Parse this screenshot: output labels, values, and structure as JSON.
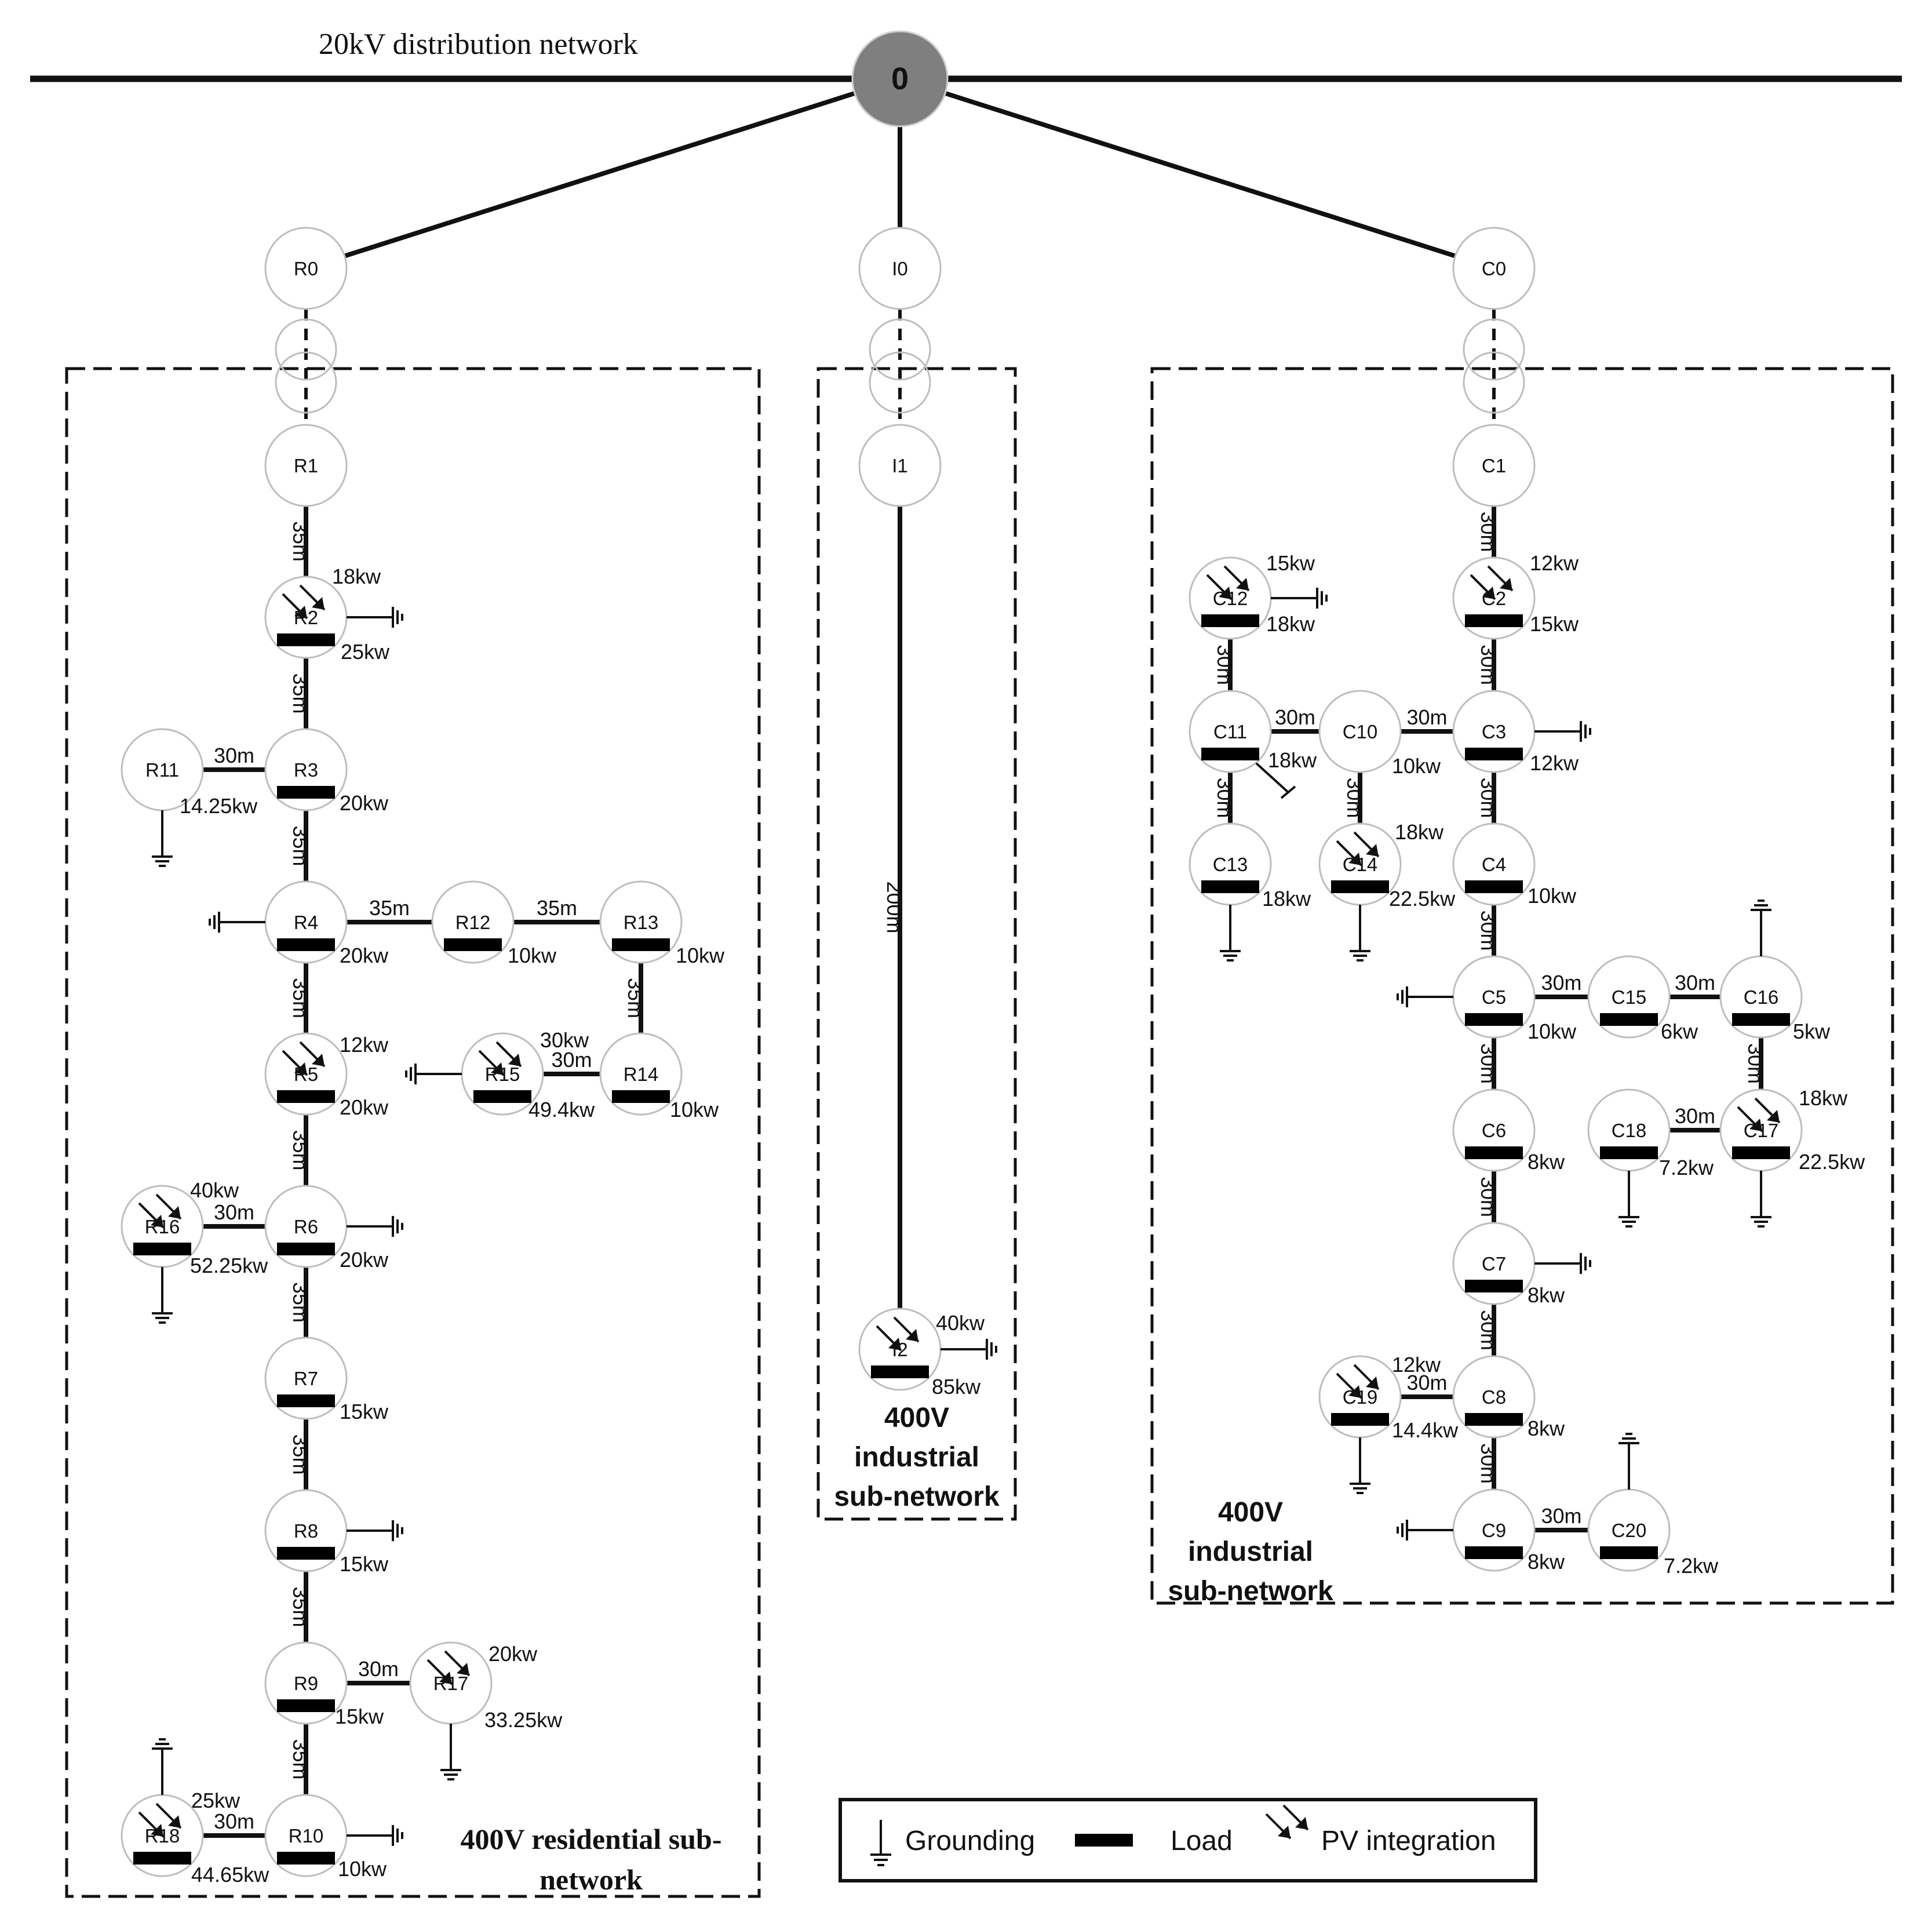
{
  "network_title": "20kV distribution network",
  "root_label": "0",
  "regions": {
    "residential": [
      "400V residential sub-",
      "network"
    ],
    "industrial": [
      "400V",
      "industrial",
      "sub-network"
    ],
    "commercial": [
      "400V",
      "industrial",
      "sub-network"
    ]
  },
  "legend": {
    "grounding": "Grounding",
    "load": "Load",
    "pv": "PV integration"
  },
  "nodes": [
    {
      "id": "R0",
      "load": false,
      "pv": false
    },
    {
      "id": "R1",
      "load": false,
      "pv": false
    },
    {
      "id": "R2",
      "load": true,
      "pv": true,
      "ground": "right",
      "texts": [
        "18kw",
        "25kw"
      ]
    },
    {
      "id": "R3",
      "load": true,
      "pv": false,
      "texts": [
        "20kw"
      ]
    },
    {
      "id": "R4",
      "load": true,
      "pv": false,
      "ground": "left",
      "texts": [
        "20kw"
      ]
    },
    {
      "id": "R5",
      "load": true,
      "pv": true,
      "texts": [
        "12kw",
        "20kw"
      ]
    },
    {
      "id": "R6",
      "load": true,
      "pv": false,
      "ground": "right",
      "texts": [
        "20kw"
      ]
    },
    {
      "id": "R7",
      "load": true,
      "pv": false,
      "texts": [
        "15kw"
      ]
    },
    {
      "id": "R8",
      "load": true,
      "pv": false,
      "ground": "right",
      "texts": [
        "15kw"
      ]
    },
    {
      "id": "R9",
      "load": true,
      "pv": false,
      "texts": [
        "15kw"
      ]
    },
    {
      "id": "R10",
      "load": true,
      "pv": false,
      "ground": "right",
      "texts": [
        "10kw"
      ]
    },
    {
      "id": "R11",
      "load": false,
      "pv": false,
      "ground": "down",
      "texts": [
        "14.25kw"
      ]
    },
    {
      "id": "R12",
      "load": true,
      "pv": false,
      "texts": [
        "10kw"
      ]
    },
    {
      "id": "R13",
      "load": true,
      "pv": false,
      "texts": [
        "10kw"
      ]
    },
    {
      "id": "R14",
      "load": true,
      "pv": false,
      "texts": [
        "10kw"
      ]
    },
    {
      "id": "R15",
      "load": true,
      "pv": true,
      "ground": "left",
      "texts": [
        "30kw",
        "49.4kw"
      ]
    },
    {
      "id": "R16",
      "load": true,
      "pv": true,
      "ground": "down",
      "texts": [
        "40kw",
        "52.25kw"
      ]
    },
    {
      "id": "R17",
      "load": false,
      "pv": true,
      "ground": "down",
      "texts": [
        "20kw",
        "33.25kw"
      ]
    },
    {
      "id": "R18",
      "load": true,
      "pv": true,
      "ground": "up",
      "texts": [
        "25kw",
        "44.65kw"
      ]
    },
    {
      "id": "I0",
      "load": false,
      "pv": false
    },
    {
      "id": "I1",
      "load": false,
      "pv": false
    },
    {
      "id": "I2",
      "load": true,
      "pv": true,
      "ground": "right",
      "texts": [
        "40kw",
        "85kw"
      ]
    },
    {
      "id": "C0",
      "load": false,
      "pv": false
    },
    {
      "id": "C1",
      "load": false,
      "pv": false
    },
    {
      "id": "C2",
      "load": true,
      "pv": true,
      "texts": [
        "12kw",
        "15kw"
      ]
    },
    {
      "id": "C3",
      "load": true,
      "pv": false,
      "ground": "right",
      "texts": [
        "12kw"
      ]
    },
    {
      "id": "C4",
      "load": true,
      "pv": false,
      "texts": [
        "10kw"
      ]
    },
    {
      "id": "C5",
      "load": true,
      "pv": false,
      "ground": "left",
      "texts": [
        "10kw"
      ]
    },
    {
      "id": "C6",
      "load": true,
      "pv": false,
      "texts": [
        "8kw"
      ]
    },
    {
      "id": "C7",
      "load": true,
      "pv": false,
      "ground": "right",
      "texts": [
        "8kw"
      ]
    },
    {
      "id": "C8",
      "load": true,
      "pv": false,
      "texts": [
        "8kw"
      ]
    },
    {
      "id": "C9",
      "load": true,
      "pv": false,
      "ground": "left",
      "texts": [
        "8kw"
      ]
    },
    {
      "id": "C10",
      "load": false,
      "pv": false,
      "texts": [
        "10kw"
      ]
    },
    {
      "id": "C11",
      "load": true,
      "pv": false,
      "ground": "diag",
      "texts": [
        "18kw"
      ]
    },
    {
      "id": "C12",
      "load": true,
      "pv": true,
      "ground": "right",
      "texts": [
        "15kw",
        "18kw"
      ]
    },
    {
      "id": "C13",
      "load": true,
      "pv": false,
      "ground": "down",
      "texts": [
        "18kw"
      ]
    },
    {
      "id": "C14",
      "load": true,
      "pv": true,
      "ground": "down",
      "texts": [
        "18kw",
        "22.5kw"
      ]
    },
    {
      "id": "C15",
      "load": true,
      "pv": false,
      "texts": [
        "6kw"
      ]
    },
    {
      "id": "C16",
      "load": true,
      "pv": false,
      "ground": "up",
      "texts": [
        "5kw"
      ]
    },
    {
      "id": "C17",
      "load": true,
      "pv": true,
      "ground": "down",
      "texts": [
        "18kw",
        "22.5kw"
      ]
    },
    {
      "id": "C18",
      "load": true,
      "pv": false,
      "ground": "down",
      "texts": [
        "7.2kw"
      ]
    },
    {
      "id": "C19",
      "load": true,
      "pv": true,
      "ground": "down",
      "texts": [
        "12kw",
        "14.4kw"
      ]
    },
    {
      "id": "C20",
      "load": true,
      "pv": false,
      "ground": "up",
      "texts": [
        "7.2kw"
      ]
    }
  ],
  "lines": [
    {
      "from": "R1",
      "to": "R2",
      "length": "35m"
    },
    {
      "from": "R2",
      "to": "R3",
      "length": "35m"
    },
    {
      "from": "R3",
      "to": "R4",
      "length": "35m"
    },
    {
      "from": "R4",
      "to": "R5",
      "length": "35m"
    },
    {
      "from": "R5",
      "to": "R6",
      "length": "35m"
    },
    {
      "from": "R6",
      "to": "R7",
      "length": "35m"
    },
    {
      "from": "R7",
      "to": "R8",
      "length": "35m"
    },
    {
      "from": "R8",
      "to": "R9",
      "length": "35m"
    },
    {
      "from": "R9",
      "to": "R10",
      "length": "35m"
    },
    {
      "from": "R3",
      "to": "R11",
      "length": "30m"
    },
    {
      "from": "R4",
      "to": "R12",
      "length": "35m"
    },
    {
      "from": "R12",
      "to": "R13",
      "length": "35m"
    },
    {
      "from": "R13",
      "to": "R14",
      "length": "35m"
    },
    {
      "from": "R14",
      "to": "R15",
      "length": "30m"
    },
    {
      "from": "R6",
      "to": "R16",
      "length": "30m"
    },
    {
      "from": "R9",
      "to": "R17",
      "length": "30m"
    },
    {
      "from": "R10",
      "to": "R18",
      "length": "30m"
    },
    {
      "from": "I1",
      "to": "I2",
      "length": "200m"
    },
    {
      "from": "C1",
      "to": "C2",
      "length": "30m"
    },
    {
      "from": "C2",
      "to": "C3",
      "length": "30m"
    },
    {
      "from": "C3",
      "to": "C4",
      "length": "30m"
    },
    {
      "from": "C4",
      "to": "C5",
      "length": "30m"
    },
    {
      "from": "C5",
      "to": "C6",
      "length": "30m"
    },
    {
      "from": "C6",
      "to": "C7",
      "length": "30m"
    },
    {
      "from": "C7",
      "to": "C8",
      "length": "30m"
    },
    {
      "from": "C8",
      "to": "C9",
      "length": "30m"
    },
    {
      "from": "C3",
      "to": "C10",
      "length": "30m"
    },
    {
      "from": "C10",
      "to": "C11",
      "length": "30m"
    },
    {
      "from": "C11",
      "to": "C12",
      "length": "30m"
    },
    {
      "from": "C11",
      "to": "C13",
      "length": "30m"
    },
    {
      "from": "C10",
      "to": "C14",
      "length": "30m"
    },
    {
      "from": "C5",
      "to": "C15",
      "length": "30m"
    },
    {
      "from": "C15",
      "to": "C16",
      "length": "30m"
    },
    {
      "from": "C16",
      "to": "C17",
      "length": "30m"
    },
    {
      "from": "C17",
      "to": "C18",
      "length": "30m"
    },
    {
      "from": "C8",
      "to": "C19",
      "length": "30m"
    },
    {
      "from": "C9",
      "to": "C20",
      "length": "30m"
    }
  ],
  "colors": {
    "line": "#111111",
    "node_stroke": "#bdbdbd",
    "root_fill": "#7f7f7f",
    "load": "#000000"
  }
}
